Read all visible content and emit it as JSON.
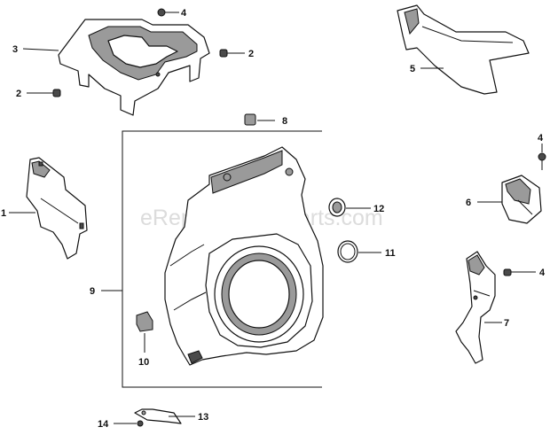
{
  "watermark": "eReplacementParts.com",
  "callouts": [
    "1",
    "2",
    "2",
    "3",
    "4",
    "4",
    "4",
    "5",
    "6",
    "7",
    "8",
    "9",
    "10",
    "11",
    "12",
    "13",
    "14"
  ]
}
